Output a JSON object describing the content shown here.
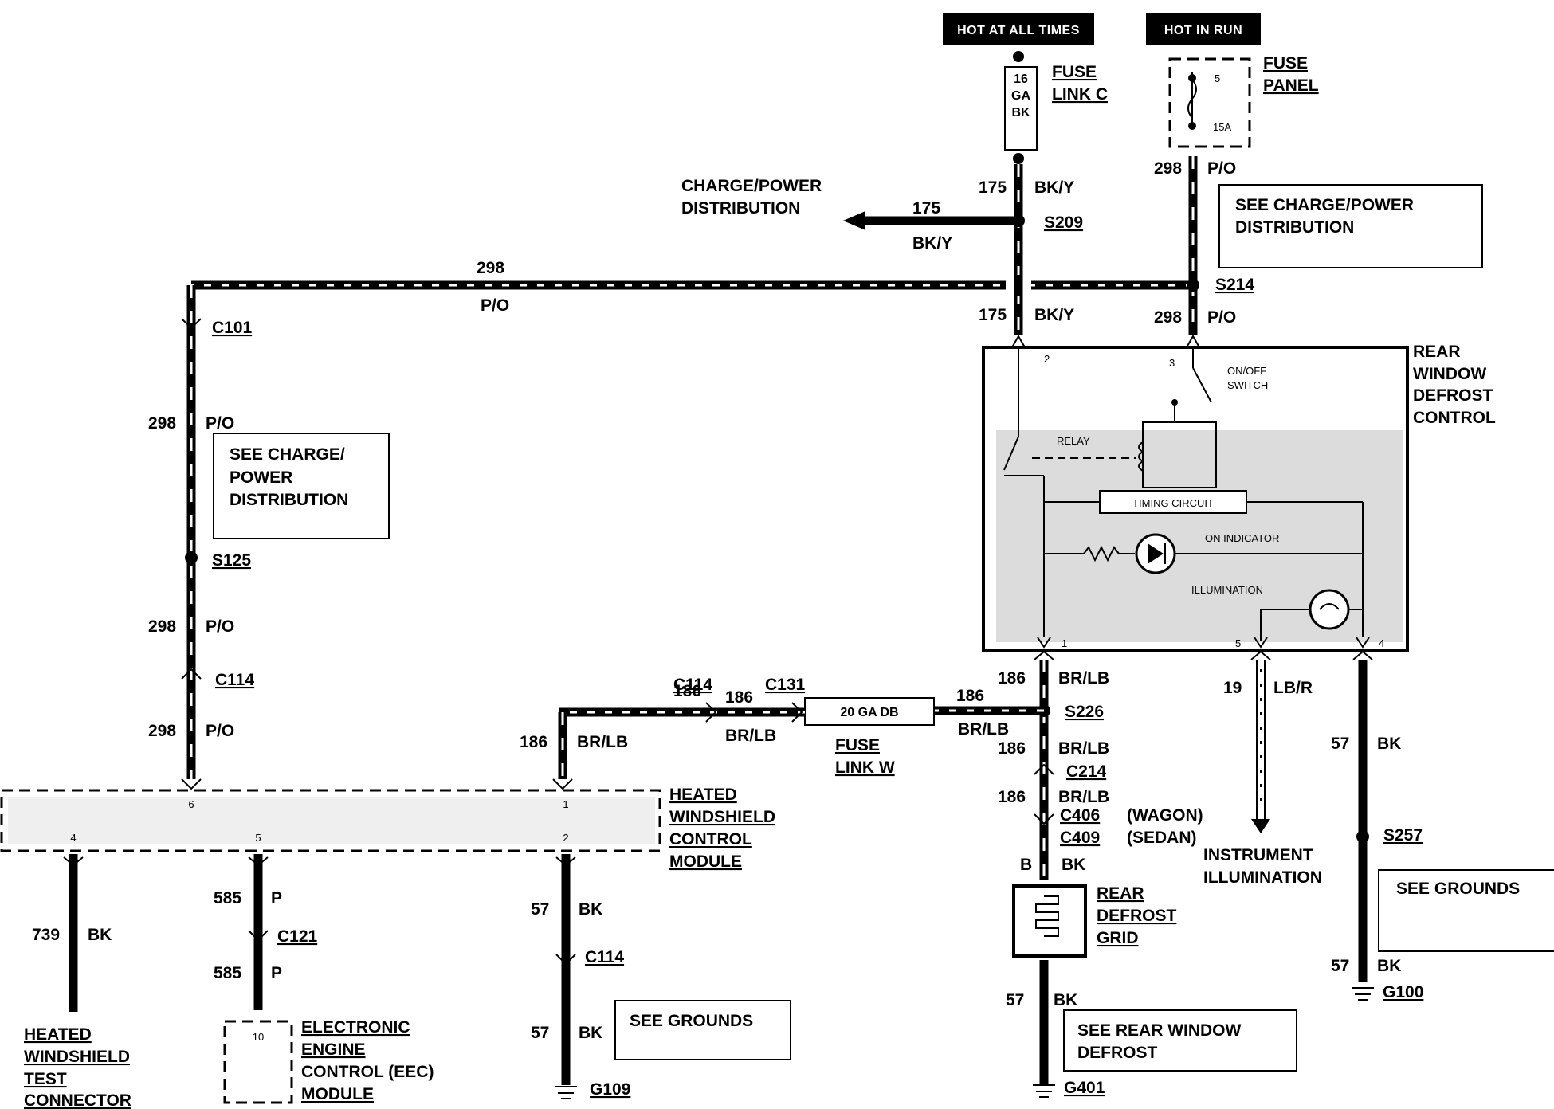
{
  "headers": {
    "hot_all_times": "HOT AT ALL TIMES",
    "hot_in_run": "HOT IN RUN"
  },
  "fuse_link_c": {
    "gauge_lines": [
      "16",
      "GA",
      "BK"
    ],
    "label_lines": [
      "FUSE",
      "LINK C"
    ]
  },
  "fuse_panel": {
    "fuse_number": "5",
    "rating": "15A",
    "label_lines": [
      "FUSE",
      "PANEL"
    ]
  },
  "wires": {
    "w175": {
      "circuit": "175",
      "color": "BK/Y"
    },
    "w298": {
      "circuit": "298",
      "color": "P/O"
    },
    "w186": {
      "circuit": "186",
      "color": "BR/LB"
    },
    "w19": {
      "circuit": "19",
      "color": "LB/R"
    },
    "w57": {
      "circuit": "57",
      "color": "BK"
    },
    "w739": {
      "circuit": "739",
      "color": "BK"
    },
    "w585": {
      "circuit": "585",
      "color": "P"
    },
    "wB": {
      "circuit": "B",
      "color": "BK"
    }
  },
  "splices": {
    "s209": "S209",
    "s214": "S214",
    "s125": "S125",
    "s226": "S226",
    "s257": "S257"
  },
  "connectors": {
    "c101": "C101",
    "c114": "C114",
    "c131": "C131",
    "c214": "C214",
    "c121": "C121",
    "c406": "C406",
    "c406_note": "(WAGON)",
    "c409": "C409",
    "c409_note": "(SEDAN)"
  },
  "grounds": {
    "g109": "G109",
    "g401": "G401",
    "g100": "G100"
  },
  "notes": {
    "charge_power_arrow": [
      "CHARGE/POWER",
      "DISTRIBUTION"
    ],
    "see_charge_power_top": [
      "SEE CHARGE/POWER",
      "DISTRIBUTION"
    ],
    "see_charge_power_left": [
      "SEE CHARGE/",
      "POWER",
      "DISTRIBUTION"
    ],
    "see_grounds": "SEE GROUNDS",
    "see_rear_window_defrost": [
      "SEE REAR WINDOW",
      "DEFROST"
    ],
    "instrument_illumination": [
      "INSTRUMENT",
      "ILLUMINATION"
    ]
  },
  "rear_window_defrost_control": {
    "title_lines": [
      "REAR",
      "WINDOW",
      "DEFROST",
      "CONTROL"
    ],
    "pins": {
      "p1": "1",
      "p2": "2",
      "p3": "3",
      "p4": "4",
      "p5": "5"
    },
    "onoff_switch_lines": [
      "ON/OFF",
      "SWITCH"
    ],
    "relay": "RELAY",
    "timing_circuit": "TIMING CIRCUIT",
    "on_indicator": "ON INDICATOR",
    "illumination": "ILLUMINATION"
  },
  "heated_windshield_module": {
    "title_lines": [
      "HEATED",
      "WINDSHIELD",
      "CONTROL",
      "MODULE"
    ],
    "pins": {
      "p6": "6",
      "p1": "1",
      "p4": "4",
      "p5": "5",
      "p2": "2"
    }
  },
  "fuse_link_w": {
    "inline": "20 GA DB",
    "label_lines": [
      "FUSE",
      "LINK W"
    ]
  },
  "rear_defrost_grid": [
    "REAR",
    "DEFROST",
    "GRID"
  ],
  "heated_windshield_test_connector": [
    "HEATED",
    "WINDSHIELD",
    "TEST",
    "CONNECTOR"
  ],
  "eec_module": {
    "pin": "10",
    "label_lines": [
      "ELECTRONIC",
      "ENGINE",
      "CONTROL (EEC)",
      "MODULE"
    ]
  }
}
